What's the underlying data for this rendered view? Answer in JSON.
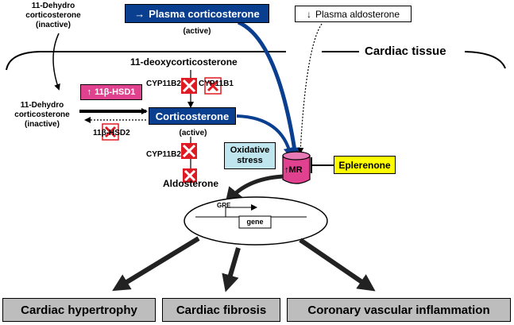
{
  "top_left": {
    "line1": "11-Dehydro",
    "line2": "corticosterone",
    "line3": "(inactive)"
  },
  "plasma_corticosterone": {
    "arrow": "→",
    "label": "Plasma corticosterone",
    "state": "(active)"
  },
  "plasma_aldosterone": {
    "arrow": "↓",
    "label": "Plasma aldosterone"
  },
  "cardiac_tissue": "Cardiac tissue",
  "deoxycorticosterone": "11-deoxycorticosterone",
  "enzymes": {
    "cyp11b2_top": "CYP11B2",
    "cyp11b1": "CYP11B1",
    "hsd1_arrow": "↑",
    "hsd1": "11β-HSD1",
    "hsd2": "11β-HSD2",
    "cyp11b2_bottom": "CYP11B2"
  },
  "left_inactive": {
    "line1": "11-Dehydro",
    "line2": "corticosterone",
    "line3": "(inactive)"
  },
  "corticosterone": {
    "label": "Corticosterone",
    "state": "(active)"
  },
  "aldosterone": "Aldosterone",
  "oxidative_stress": {
    "line1": "Oxidative",
    "line2": "stress"
  },
  "mr": {
    "arrow": "↑",
    "label": "MR"
  },
  "eplerenone": "Eplerenone",
  "nucleus": {
    "gre": "GRE",
    "gene": "gene"
  },
  "outcomes": [
    "Cardiac hypertrophy",
    "Cardiac fibrosis",
    "Coronary vascular inflammation"
  ],
  "colors": {
    "blue": "#0a3f8f",
    "pink": "#e0428f",
    "red": "#e01a22",
    "yellow": "#ffff00",
    "light_blue": "#bfe6ee",
    "gray": "#bdbdbd"
  }
}
